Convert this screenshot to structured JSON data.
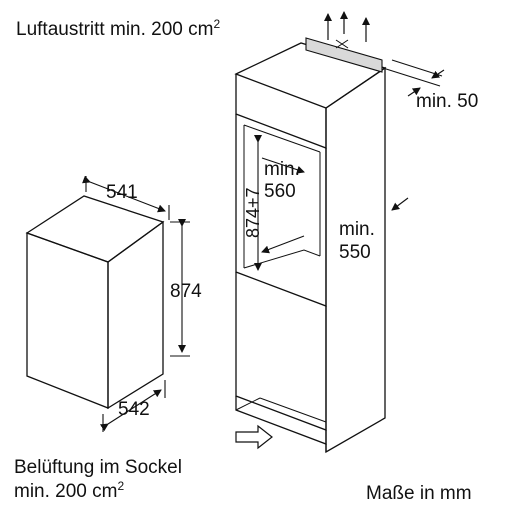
{
  "labels": {
    "air_outlet": "Luftaustritt min. 200 cm",
    "air_outlet_sup": "2",
    "ventilation": "Belüftung im Sockel",
    "ventilation_min": "min. 200 cm",
    "ventilation_sup": "2",
    "units": "Maße in mm"
  },
  "appliance": {
    "width": "541",
    "height": "874",
    "depth": "542"
  },
  "niche": {
    "min_depth_top": "min. 50",
    "niche_height_min": "min.",
    "niche_width": "560",
    "niche_height": "874+7",
    "niche_depth_min": "min.",
    "niche_depth": "550"
  },
  "colors": {
    "line": "#111111",
    "vent_grille": "#d9d9d9"
  }
}
